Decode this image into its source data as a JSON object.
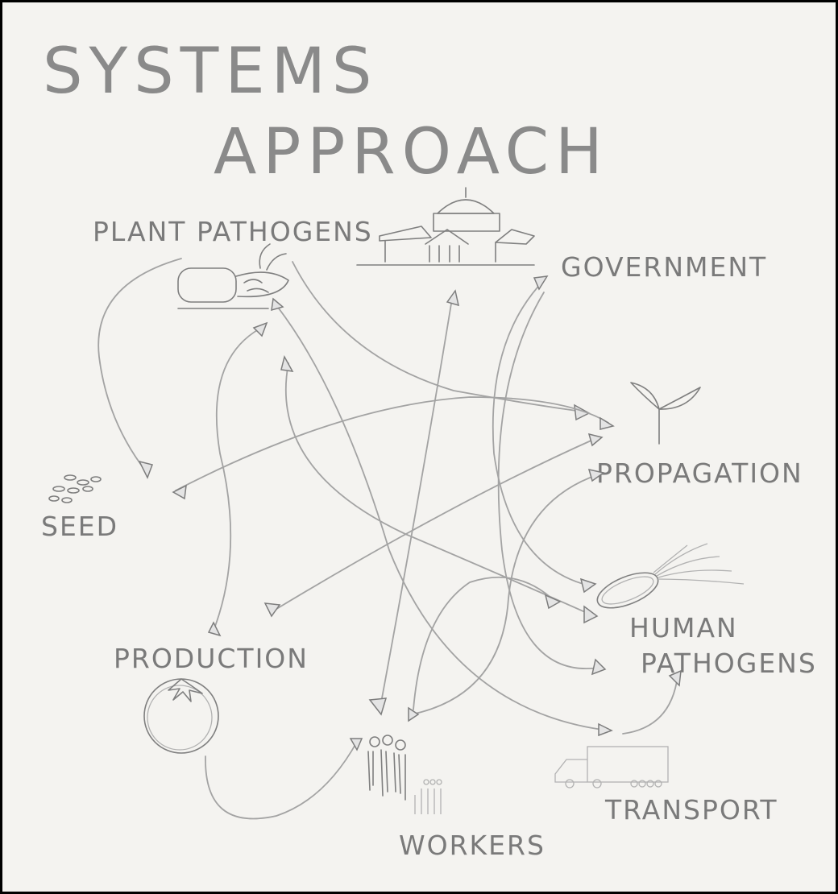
{
  "title": {
    "line1": "SYSTEMS",
    "line2": "APPROACH"
  },
  "nodes": {
    "plant_pathogens": "PLANT PATHOGENS",
    "government": "GOVERNMENT",
    "propagation": "PROPAGATION",
    "seed": "SEED",
    "human_pathogens_line1": "HUMAN",
    "human_pathogens_line2": "PATHOGENS",
    "production": "PRODUCTION",
    "workers": "WORKERS",
    "transport": "TRANSPORT"
  },
  "icons": {
    "plant_pathogens": "beetle-icon",
    "government": "capitol-building-icon",
    "propagation": "seedling-icon",
    "seed": "seeds-icon",
    "human_pathogens": "bacterium-icon",
    "production": "tomato-icon",
    "workers": "people-icon",
    "transport": "truck-icon"
  },
  "colors": {
    "paper": "#f4f3f0",
    "pencil": "#7c7c7c",
    "frame": "#000000"
  }
}
